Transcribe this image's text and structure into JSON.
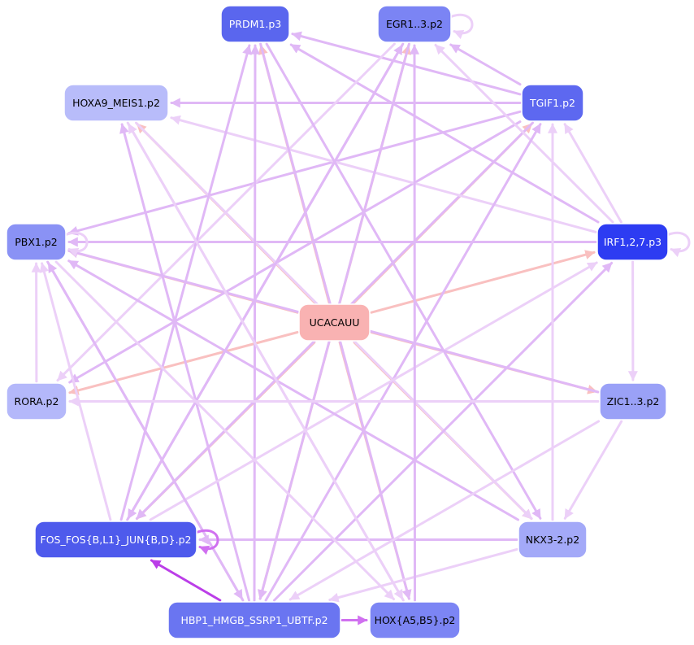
{
  "nodes": [
    {
      "id": "prdm1",
      "label": "PRDM1.p3",
      "fill": "#5a66ee",
      "text": "#ffffff"
    },
    {
      "id": "egr1",
      "label": "EGR1..3.p2",
      "fill": "#7b84f4",
      "text": "#000000"
    },
    {
      "id": "hoxa9",
      "label": "HOXA9_MEIS1.p2",
      "fill": "#b8bcfa",
      "text": "#000000"
    },
    {
      "id": "tgif1",
      "label": "TGIF1.p2",
      "fill": "#5d68f0",
      "text": "#ffffff"
    },
    {
      "id": "pbx1",
      "label": "PBX1.p2",
      "fill": "#8a92f5",
      "text": "#000000"
    },
    {
      "id": "irf1",
      "label": "IRF1,2,7.p3",
      "fill": "#2d3cf2",
      "text": "#ffffff"
    },
    {
      "id": "ucacauu",
      "label": "UCACAUU",
      "fill": "#f9b2b2",
      "text": "#000000"
    },
    {
      "id": "rora",
      "label": "RORA.p2",
      "fill": "#b4b8fa",
      "text": "#000000"
    },
    {
      "id": "zic1",
      "label": "ZIC1..3.p2",
      "fill": "#9aa1f7",
      "text": "#000000"
    },
    {
      "id": "fos",
      "label": "FOS_FOS{B,L1}_JUN{B,D}.p2",
      "fill": "#4e5aec",
      "text": "#ffffff"
    },
    {
      "id": "nkx3",
      "label": "NKX3-2.p2",
      "fill": "#a3a9f8",
      "text": "#000000"
    },
    {
      "id": "hbp1",
      "label": "HBP1_HMGB_SSRP1_UBTF.p2",
      "fill": "#6a75f1",
      "text": "#ffffff"
    },
    {
      "id": "hoxa5",
      "label": "HOX{A5,B5}.p2",
      "fill": "#7c85f4",
      "text": "#000000"
    }
  ],
  "colors": {
    "mirna_edge": "#f9c0c0",
    "tf_edge": "#e0b8f6",
    "tf_edge_light": "#ecd0f8",
    "strong_edge": "#bb3ee8",
    "medium_edge": "#d070f0"
  },
  "edges": [
    {
      "from": "ucacauu",
      "to": "prdm1",
      "kind": "mirna"
    },
    {
      "from": "ucacauu",
      "to": "egr1",
      "kind": "mirna"
    },
    {
      "from": "ucacauu",
      "to": "hoxa9",
      "kind": "mirna"
    },
    {
      "from": "ucacauu",
      "to": "tgif1",
      "kind": "mirna"
    },
    {
      "from": "ucacauu",
      "to": "pbx1",
      "kind": "mirna"
    },
    {
      "from": "ucacauu",
      "to": "irf1",
      "kind": "mirna"
    },
    {
      "from": "ucacauu",
      "to": "rora",
      "kind": "mirna"
    },
    {
      "from": "ucacauu",
      "to": "zic1",
      "kind": "mirna"
    },
    {
      "from": "ucacauu",
      "to": "fos",
      "kind": "mirna"
    },
    {
      "from": "ucacauu",
      "to": "nkx3",
      "kind": "mirna"
    },
    {
      "from": "ucacauu",
      "to": "hbp1",
      "kind": "mirna"
    },
    {
      "from": "ucacauu",
      "to": "hoxa5",
      "kind": "mirna"
    },
    {
      "from": "tgif1",
      "to": "hoxa9",
      "kind": "tf"
    },
    {
      "from": "tgif1",
      "to": "prdm1",
      "kind": "tf"
    },
    {
      "from": "tgif1",
      "to": "egr1",
      "kind": "tf"
    },
    {
      "from": "tgif1",
      "to": "pbx1",
      "kind": "tf"
    },
    {
      "from": "tgif1",
      "to": "rora",
      "kind": "tf"
    },
    {
      "from": "tgif1",
      "to": "fos",
      "kind": "tf"
    },
    {
      "from": "irf1",
      "to": "tgif1",
      "kind": "tf_light"
    },
    {
      "from": "irf1",
      "to": "egr1",
      "kind": "tf_light"
    },
    {
      "from": "irf1",
      "to": "prdm1",
      "kind": "tf"
    },
    {
      "from": "irf1",
      "to": "hoxa9",
      "kind": "tf_light"
    },
    {
      "from": "irf1",
      "to": "pbx1",
      "kind": "tf"
    },
    {
      "from": "egr1",
      "to": "fos",
      "kind": "tf"
    },
    {
      "from": "egr1",
      "to": "hbp1",
      "kind": "tf"
    },
    {
      "from": "egr1",
      "to": "rora",
      "kind": "tf_light"
    },
    {
      "from": "prdm1",
      "to": "hoxa5",
      "kind": "tf"
    },
    {
      "from": "prdm1",
      "to": "nkx3",
      "kind": "tf"
    },
    {
      "from": "hoxa9",
      "to": "hoxa5",
      "kind": "tf_light"
    },
    {
      "from": "hoxa9",
      "to": "nkx3",
      "kind": "tf_light"
    },
    {
      "from": "hbp1",
      "to": "prdm1",
      "kind": "tf"
    },
    {
      "from": "hbp1",
      "to": "hoxa9",
      "kind": "tf"
    },
    {
      "from": "hbp1",
      "to": "pbx1",
      "kind": "tf"
    },
    {
      "from": "hbp1",
      "to": "tgif1",
      "kind": "tf"
    },
    {
      "from": "hbp1",
      "to": "irf1",
      "kind": "tf"
    },
    {
      "from": "hbp1",
      "to": "fos",
      "kind": "strong"
    },
    {
      "from": "hbp1",
      "to": "hoxa5",
      "kind": "medium"
    },
    {
      "from": "fos",
      "to": "egr1",
      "kind": "tf"
    },
    {
      "from": "fos",
      "to": "pbx1",
      "kind": "tf_light"
    },
    {
      "from": "fos",
      "to": "irf1",
      "kind": "tf_light"
    },
    {
      "from": "fos",
      "to": "prdm1",
      "kind": "tf"
    },
    {
      "from": "nkx3",
      "to": "fos",
      "kind": "tf"
    },
    {
      "from": "nkx3",
      "to": "hbp1",
      "kind": "tf_light"
    },
    {
      "from": "nkx3",
      "to": "pbx1",
      "kind": "tf"
    },
    {
      "from": "nkx3",
      "to": "tgif1",
      "kind": "tf_light"
    },
    {
      "from": "zic1",
      "to": "rora",
      "kind": "tf_light"
    },
    {
      "from": "zic1",
      "to": "pbx1",
      "kind": "tf"
    },
    {
      "from": "zic1",
      "to": "nkx3",
      "kind": "tf_light"
    },
    {
      "from": "zic1",
      "to": "hbp1",
      "kind": "tf_light"
    },
    {
      "from": "rora",
      "to": "pbx1",
      "kind": "tf_light"
    },
    {
      "from": "pbx1",
      "to": "hoxa5",
      "kind": "tf_light"
    },
    {
      "from": "pbx1",
      "to": "hbp1",
      "kind": "tf"
    },
    {
      "from": "hoxa5",
      "to": "hoxa9",
      "kind": "tf_light"
    },
    {
      "from": "hoxa5",
      "to": "egr1",
      "kind": "tf"
    },
    {
      "from": "irf1",
      "to": "zic1",
      "kind": "tf_light"
    }
  ],
  "self_loops": [
    "egr1",
    "pbx1",
    "irf1",
    "fos"
  ]
}
